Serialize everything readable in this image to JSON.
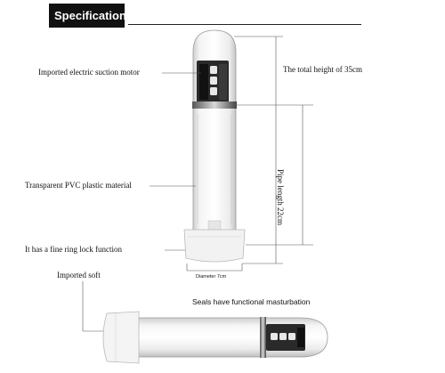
{
  "header": {
    "title": "Specifications:"
  },
  "callouts": {
    "motor": "Imported electric suction motor",
    "height": "The total height of 35cm",
    "pipe_length": "Pipe length 22cm",
    "material": "Transparent PVC plastic material",
    "ring_lock": "It has a fine ring lock function",
    "diameter": "Diameter 7cm",
    "soft": "Imported soft",
    "seals": "Seals have functional masturbation"
  },
  "colors": {
    "header_bg": "#111111",
    "header_text": "#ffffff",
    "line": "#555555"
  }
}
